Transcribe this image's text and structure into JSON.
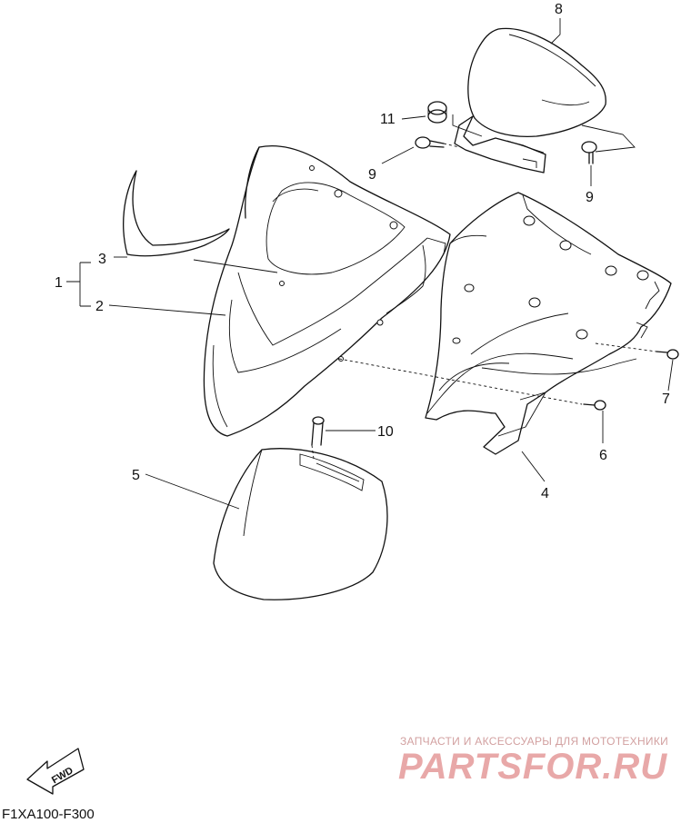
{
  "diagram": {
    "callouts": {
      "c1": "1",
      "c2": "2",
      "c3": "3",
      "c4": "4",
      "c5": "5",
      "c6": "6",
      "c7": "7",
      "c8": "8",
      "c9a": "9",
      "c9b": "9",
      "c10": "10",
      "c11": "11"
    },
    "fwd_label": "FWD",
    "code": "F1XA100-F300"
  },
  "watermark": {
    "tagline": "ЗАПЧАСТИ И АКСЕССУАРЫ ДЛЯ МОТОТЕХНИКИ",
    "brand": "PARTSFOR.RU",
    "color": "#e8a8a8"
  }
}
